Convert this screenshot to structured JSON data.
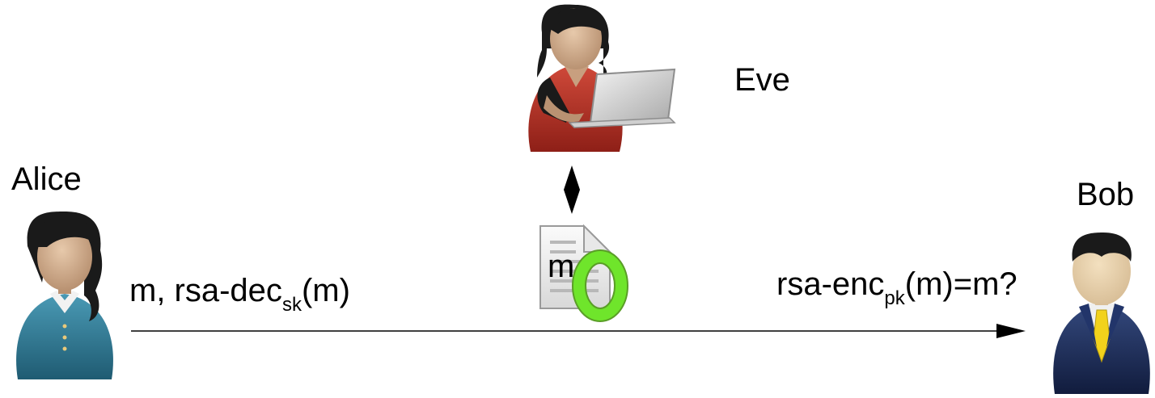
{
  "actors": {
    "alice": {
      "name": "Alice",
      "icon": "woman-user-icon"
    },
    "bob": {
      "name": "Bob",
      "icon": "businessman-user-icon"
    },
    "eve": {
      "name": "Eve",
      "icon": "woman-with-laptop-icon"
    }
  },
  "message_left": {
    "main": "m, rsa-dec",
    "sub": "sk",
    "tail": "(m)"
  },
  "message_right": {
    "main": "rsa-enc",
    "sub": "pk",
    "tail": "(m)=m?"
  },
  "document": {
    "letter": "m",
    "icon": "document-icon",
    "seal_icon": "green-ring-icon"
  },
  "colors": {
    "seal": "#6fe52b",
    "alice_shirt": "#2f7b95",
    "eve_shirt": "#b32b22",
    "bob_suit": "#1d2d5c",
    "bob_tie": "#f2d21c",
    "skin": "#cfae8f"
  }
}
